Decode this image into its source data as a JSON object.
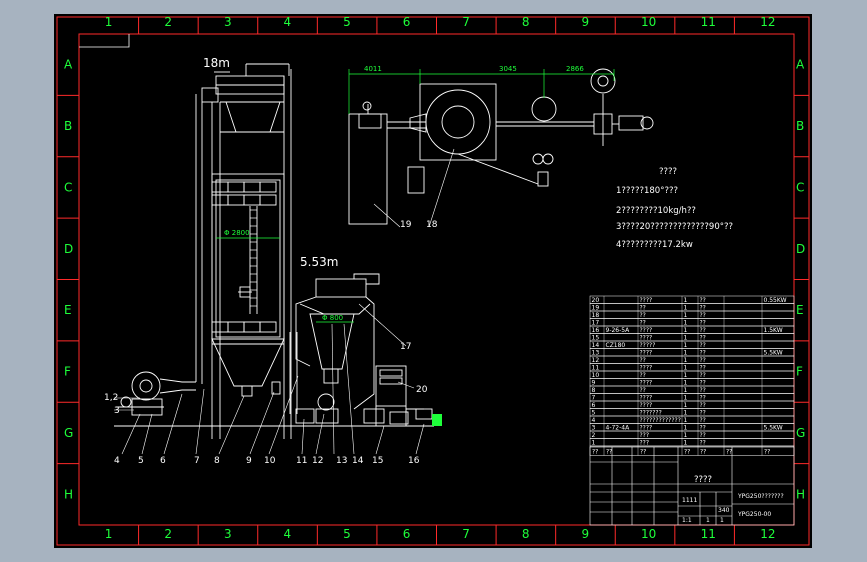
{
  "zones": {
    "cols": [
      "1",
      "2",
      "3",
      "4",
      "5",
      "6",
      "7",
      "8",
      "9",
      "10",
      "11",
      "12"
    ],
    "rows": [
      "A",
      "B",
      "C",
      "D",
      "E",
      "F",
      "G",
      "H"
    ]
  },
  "heights": {
    "top": "18m",
    "mid": "5.53m"
  },
  "dims": {
    "d1": "4011",
    "d2": "3045",
    "d3": "2866",
    "inner": "Φ 2800",
    "small": "Φ 800"
  },
  "labels": {
    "l1_2": "1,2",
    "l3": "3",
    "l4": "4",
    "l5": "5",
    "l6": "6",
    "l7": "7",
    "l8": "8",
    "l9": "9",
    "l10": "10",
    "l11": "11",
    "l12": "12",
    "l13": "13",
    "l14": "14",
    "l15": "15",
    "l16": "16",
    "l17": "17",
    "l18": "18",
    "l19": "19",
    "l20": "20"
  },
  "notes": {
    "title": "????",
    "n1": "1?????180°???",
    "n2": "2????????10kg/h??",
    "n3": "3????20?????????????90°??",
    "n4": "4?????????17.2kw"
  },
  "bom": {
    "rows": [
      {
        "no": "20",
        "code": "",
        "name": "????",
        "qty": "1",
        "mat": "??",
        "note": "0.55KW"
      },
      {
        "no": "19",
        "code": "",
        "name": "??",
        "qty": "1",
        "mat": "??",
        "note": ""
      },
      {
        "no": "18",
        "code": "",
        "name": "??",
        "qty": "1",
        "mat": "??",
        "note": ""
      },
      {
        "no": "17",
        "code": "",
        "name": "??",
        "qty": "1",
        "mat": "??",
        "note": ""
      },
      {
        "no": "16",
        "code": "9-26-5A",
        "name": "????",
        "qty": "1",
        "mat": "??",
        "note": "1.5KW"
      },
      {
        "no": "15",
        "code": "",
        "name": "????",
        "qty": "1",
        "mat": "??",
        "note": ""
      },
      {
        "no": "14",
        "code": "CZ180",
        "name": "?????",
        "qty": "1",
        "mat": "??",
        "note": ""
      },
      {
        "no": "13",
        "code": "",
        "name": "????",
        "qty": "1",
        "mat": "??",
        "note": "5.5KW"
      },
      {
        "no": "12",
        "code": "",
        "name": "??",
        "qty": "1",
        "mat": "??",
        "note": ""
      },
      {
        "no": "11",
        "code": "",
        "name": "????",
        "qty": "1",
        "mat": "??",
        "note": ""
      },
      {
        "no": "10",
        "code": "",
        "name": "??",
        "qty": "1",
        "mat": "??",
        "note": ""
      },
      {
        "no": "9",
        "code": "",
        "name": "????",
        "qty": "1",
        "mat": "??",
        "note": ""
      },
      {
        "no": "8",
        "code": "",
        "name": "??",
        "qty": "1",
        "mat": "??",
        "note": ""
      },
      {
        "no": "7",
        "code": "",
        "name": "????",
        "qty": "1",
        "mat": "??",
        "note": ""
      },
      {
        "no": "6",
        "code": "",
        "name": "????",
        "qty": "1",
        "mat": "??",
        "note": ""
      },
      {
        "no": "5",
        "code": "",
        "name": "???????",
        "qty": "1",
        "mat": "??",
        "note": ""
      },
      {
        "no": "4",
        "code": "",
        "name": "?????????????",
        "qty": "1",
        "mat": "??",
        "note": ""
      },
      {
        "no": "3",
        "code": "4-72-4A",
        "name": "????",
        "qty": "1",
        "mat": "??",
        "note": "5.5KW"
      },
      {
        "no": "2",
        "code": "",
        "name": "???",
        "qty": "1",
        "mat": "??",
        "note": ""
      },
      {
        "no": "1",
        "code": "",
        "name": "???",
        "qty": "1",
        "mat": "??",
        "note": ""
      }
    ],
    "header": [
      "??",
      "??",
      "??",
      "??",
      "??",
      "??",
      "??"
    ]
  },
  "title_block": {
    "center": "????",
    "right_top": "YPG250???????",
    "drawing_no": "YPG250-00",
    "scale_a": "1:1",
    "scale_b": "1",
    "count": "1",
    "sheet": "340",
    "codes": "1111"
  }
}
